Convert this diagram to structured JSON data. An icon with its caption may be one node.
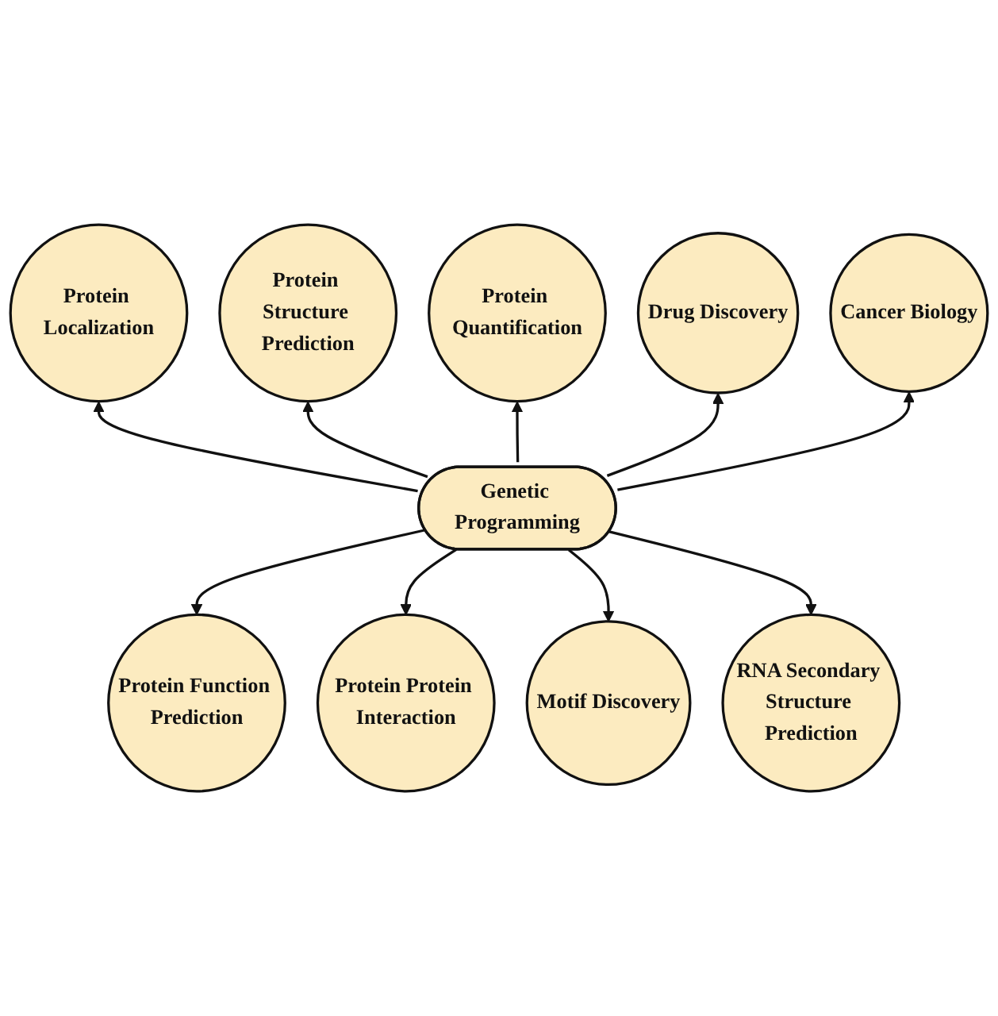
{
  "diagram": {
    "nodes": [
      {
        "text": [
          "Genetic Programming"
        ]
      },
      {
        "text": [
          "Protein Localization"
        ]
      },
      {
        "text": [
          "Protein Structure Prediction"
        ]
      },
      {
        "text": [
          "Protein Quantification"
        ]
      },
      {
        "text": [
          "Protein Function Prediction"
        ]
      },
      {
        "text": [
          "Protein Protein Interaction"
        ]
      },
      {
        "text": [
          "Motif Discovery"
        ]
      },
      {
        "text": [
          "RNA Secondary Structure Prediction"
        ]
      },
      {
        "text": [
          "Drug Discovery"
        ]
      },
      {
        "text": [
          "Cancer Biology"
        ]
      }
    ],
    "edges": [
      {
        "from": 0,
        "to": 1,
        "arrow": "to"
      },
      {
        "from": 0,
        "to": 2,
        "arrow": "to"
      },
      {
        "from": 0,
        "to": 3,
        "arrow": "to"
      },
      {
        "from": 0,
        "to": 4,
        "arrow": "to"
      },
      {
        "from": 0,
        "to": 5,
        "arrow": "to"
      },
      {
        "from": 0,
        "to": 6,
        "arrow": "to"
      },
      {
        "from": 0,
        "to": 7,
        "arrow": "to"
      },
      {
        "from": 0,
        "to": 8,
        "arrow": "to"
      },
      {
        "from": 0,
        "to": 9,
        "arrow": "to"
      }
    ]
  }
}
